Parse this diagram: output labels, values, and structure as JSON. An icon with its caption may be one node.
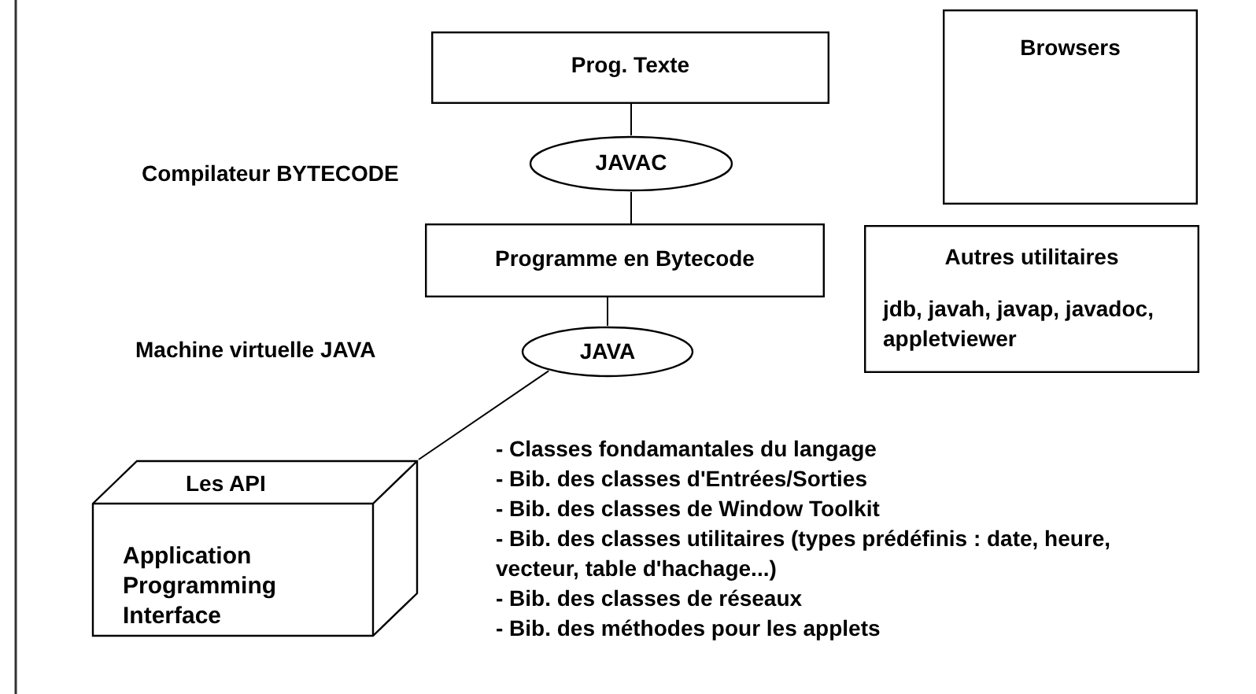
{
  "diagram": {
    "nodes": [
      {
        "text": [
          "Prog. Texte"
        ]
      },
      {
        "text": [
          "JAVAC"
        ]
      },
      {
        "text": [
          "Programme en Bytecode"
        ]
      },
      {
        "text": [
          "JAVA"
        ]
      },
      {
        "text": [
          "Les API",
          "Application Programming Interface"
        ]
      },
      {
        "text": [
          "Browsers"
        ]
      },
      {
        "text": [
          "Autres utilitaires",
          "jdb, javah, javap, javadoc, appletviewer"
        ]
      }
    ],
    "edges": [
      {
        "from": 0,
        "to": 1,
        "arrow": "none"
      },
      {
        "from": 1,
        "to": 2,
        "arrow": "none"
      },
      {
        "from": 2,
        "to": 3,
        "arrow": "none"
      },
      {
        "from": 3,
        "to": 4,
        "arrow": "none"
      }
    ],
    "labels": [
      "Compilateur BYTECODE",
      "Machine virtuelle JAVA",
      "- Classes fondamantales du langage",
      "- Bib. des classes d'Entrées/Sorties",
      "- Bib. des classes de Window Toolkit",
      "- Bib. des classes utilitaires (types prédéfinis : date, heure, vecteur, table d'hachage...)",
      "- Bib. des classes de réseaux",
      "- Bib. des méthodes pour les applets"
    ]
  }
}
